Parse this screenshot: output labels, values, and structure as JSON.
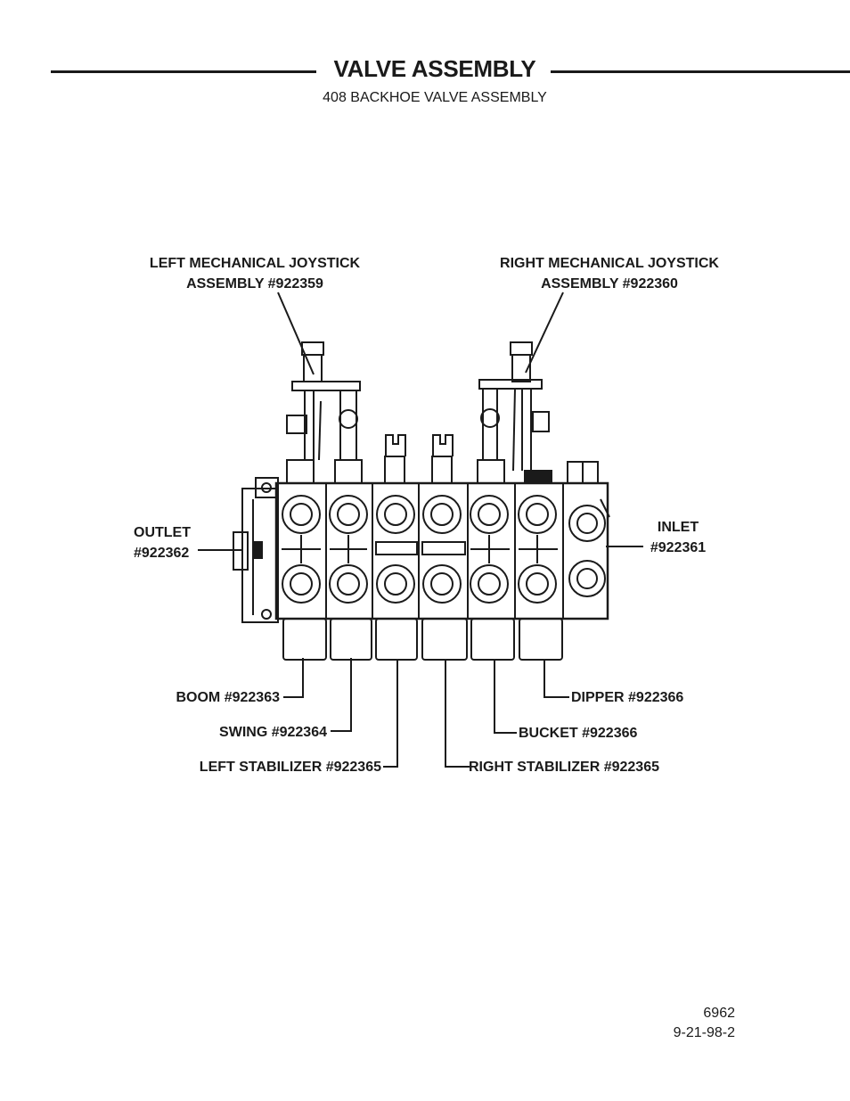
{
  "header": {
    "title": "VALVE ASSEMBLY",
    "subtitle": "408 BACKHOE VALVE ASSEMBLY"
  },
  "labels": {
    "left_joystick": [
      "LEFT MECHANICAL JOYSTICK",
      "ASSEMBLY #922359"
    ],
    "right_joystick": [
      "RIGHT MECHANICAL JOYSTICK",
      "ASSEMBLY #922360"
    ],
    "outlet": [
      "OUTLET",
      "#922362"
    ],
    "inlet": [
      "INLET",
      "#922361"
    ],
    "boom": "BOOM #922363",
    "swing": "SWING #922364",
    "left_stabilizer": "LEFT STABILIZER #922365",
    "dipper": "DIPPER  #922366",
    "bucket": "BUCKET  #922366",
    "right_stabilizer": "RIGHT STABILIZER #922365"
  },
  "drawing_code": [
    "6962",
    "9-21-98-2"
  ],
  "colors": {
    "ink": "#1a1a1a",
    "paper": "#ffffff"
  }
}
